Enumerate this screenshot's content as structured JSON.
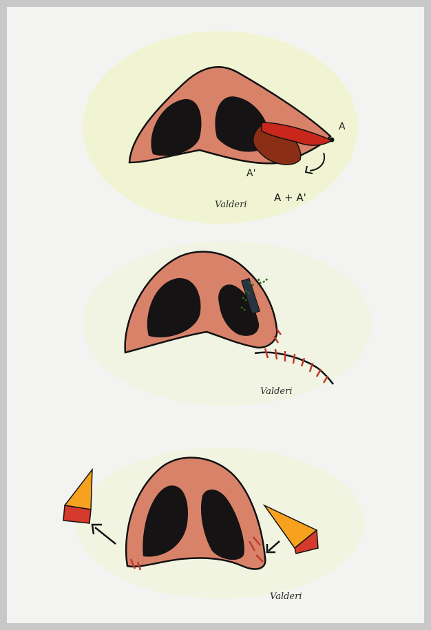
{
  "panels": [
    {
      "labels": [
        "A",
        "A'",
        "A + A'"
      ],
      "signature": "Valderi"
    },
    {
      "signature": "Valderi"
    },
    {
      "signature": "Valderi"
    }
  ],
  "colors": {
    "skin": "#d9826a",
    "nostril": "#151313",
    "flap": "#c9261c",
    "flap_dark": "#8a2e16",
    "highlight_bg": "#eef3cc",
    "wedge_yellow": "#f6a21e",
    "wedge_red": "#d63a2c",
    "suture": "#c0392b",
    "stitch_green": "#2e6b1f"
  }
}
